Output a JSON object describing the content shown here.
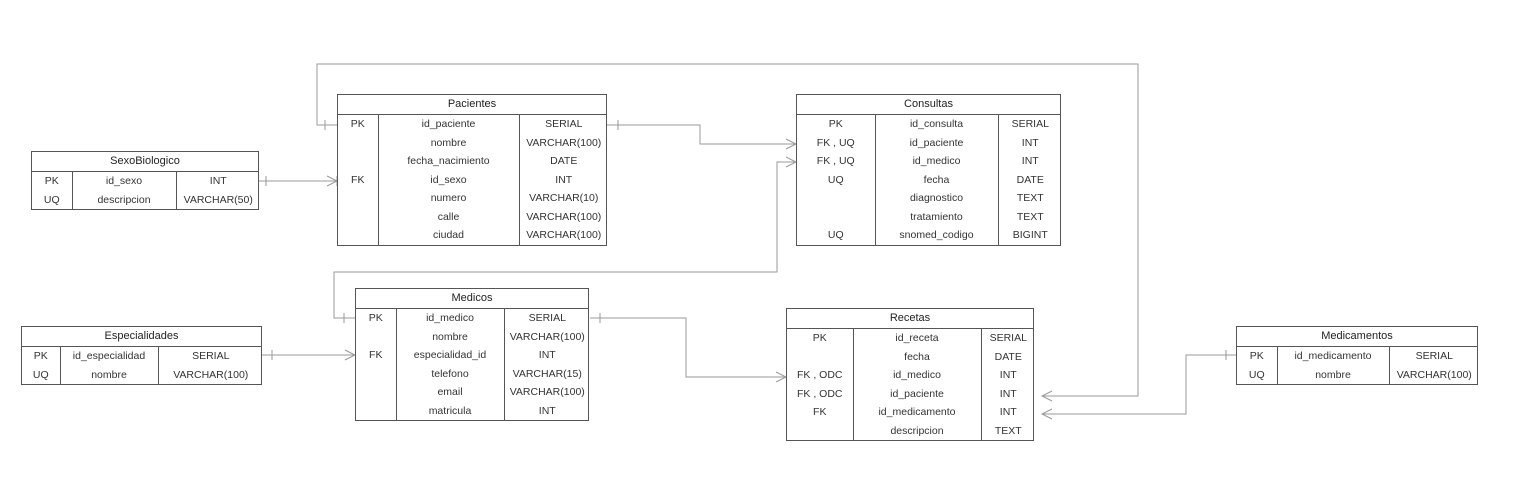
{
  "tables": [
    {
      "id": "sexobiologico",
      "name": "SexoBiologico",
      "rows": [
        [
          "PK",
          "id_sexo",
          "INT"
        ],
        [
          "UQ",
          "descripcion",
          "VARCHAR(50)"
        ]
      ]
    },
    {
      "id": "pacientes",
      "name": "Pacientes",
      "rows": [
        [
          "PK",
          "id_paciente",
          "SERIAL"
        ],
        [
          "",
          "nombre",
          "VARCHAR(100)"
        ],
        [
          "",
          "fecha_nacimiento",
          "DATE"
        ],
        [
          "FK",
          "id_sexo",
          "INT"
        ],
        [
          "",
          "numero",
          "VARCHAR(10)"
        ],
        [
          "",
          "calle",
          "VARCHAR(100)"
        ],
        [
          "",
          "ciudad",
          "VARCHAR(100)"
        ]
      ]
    },
    {
      "id": "consultas",
      "name": "Consultas",
      "rows": [
        [
          "PK",
          "id_consulta",
          "SERIAL"
        ],
        [
          "FK , UQ",
          "id_paciente",
          "INT"
        ],
        [
          "FK , UQ",
          "id_medico",
          "INT"
        ],
        [
          "UQ",
          "fecha",
          "DATE"
        ],
        [
          "",
          "diagnostico",
          "TEXT"
        ],
        [
          "",
          "tratamiento",
          "TEXT"
        ],
        [
          "UQ",
          "snomed_codigo",
          "BIGINT"
        ]
      ]
    },
    {
      "id": "especialidades",
      "name": "Especialidades",
      "rows": [
        [
          "PK",
          "id_especialidad",
          "SERIAL"
        ],
        [
          "UQ",
          "nombre",
          "VARCHAR(100)"
        ]
      ]
    },
    {
      "id": "medicos",
      "name": "Medicos",
      "rows": [
        [
          "PK",
          "id_medico",
          "SERIAL"
        ],
        [
          "",
          "nombre",
          "VARCHAR(100)"
        ],
        [
          "FK",
          "especialidad_id",
          "INT"
        ],
        [
          "",
          "telefono",
          "VARCHAR(15)"
        ],
        [
          "",
          "email",
          "VARCHAR(100)"
        ],
        [
          "",
          "matricula",
          "INT"
        ]
      ]
    },
    {
      "id": "recetas",
      "name": "Recetas",
      "rows": [
        [
          "PK",
          "id_receta",
          "SERIAL"
        ],
        [
          "",
          "fecha",
          "DATE"
        ],
        [
          "FK , ODC",
          "id_medico",
          "INT"
        ],
        [
          "FK , ODC",
          "id_paciente",
          "INT"
        ],
        [
          "FK",
          "id_medicamento",
          "INT"
        ],
        [
          "",
          "descripcion",
          "TEXT"
        ]
      ]
    },
    {
      "id": "medicamentos",
      "name": "Medicamentos",
      "rows": [
        [
          "PK",
          "id_medicamento",
          "SERIAL"
        ],
        [
          "UQ",
          "nombre",
          "VARCHAR(100)"
        ]
      ]
    }
  ]
}
